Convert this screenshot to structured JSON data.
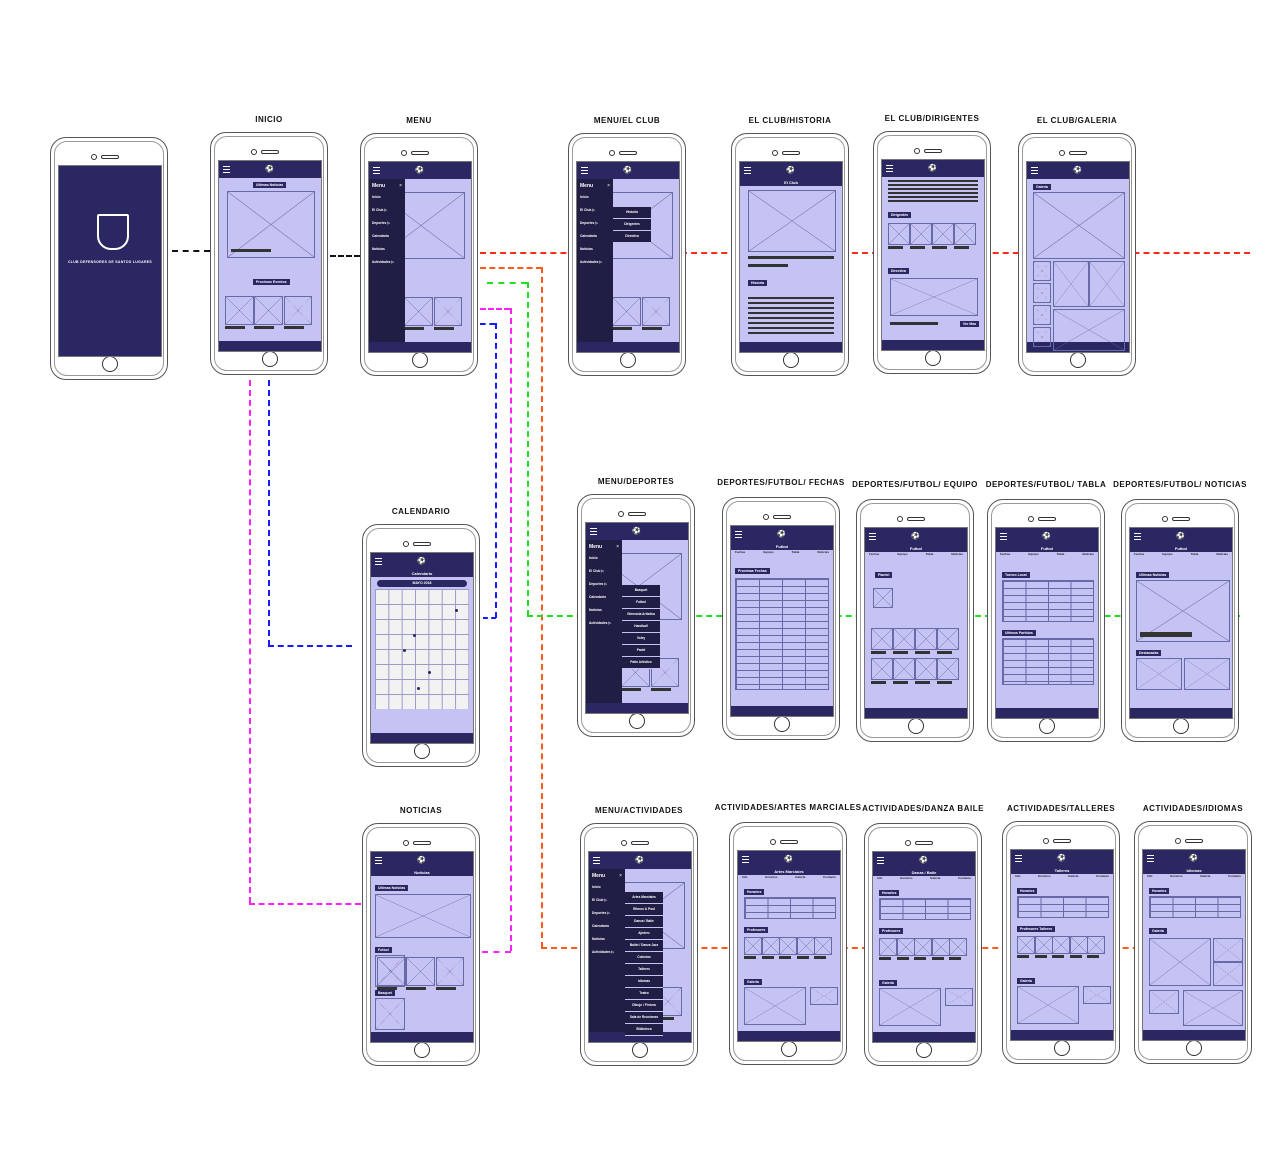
{
  "colors": {
    "navy": "#2b2763",
    "lavender": "#c5c3f3",
    "menu": "#201e45",
    "red": "#ff2a1a",
    "orange": "#ff5a1a",
    "green": "#22dd22",
    "magenta": "#ff22ff",
    "blue": "#1a1aff",
    "black": "#111111"
  },
  "splash": {
    "club_name": "CLUB DEFENSORES DE SANTOS LUGARES"
  },
  "main_menu": {
    "title": "Menu",
    "items": [
      "Inicio",
      "El Club",
      "Deportes",
      "Calendario",
      "Noticias",
      "Actividades"
    ]
  },
  "submenus": {
    "club": [
      "Historia",
      "Dirigentes",
      "Directiva"
    ],
    "deportes": [
      "Basquet",
      "Futbol",
      "Gimnasia Artistica",
      "Handball",
      "Voley",
      "Padel",
      "Patin Artistico"
    ],
    "actividades": [
      "Artes Marciales",
      "Ritmos & Pool",
      "Danza / Baile",
      "Ajedrez",
      "Ballet / Danza Jazz",
      "Colonias",
      "Talleres",
      "Idiomas",
      "Teatro",
      "Dibujo / Pintura",
      "Sala de Reuniones",
      "Biblioteca"
    ]
  },
  "phones": [
    {
      "id": "splash",
      "title": "",
      "type": "splash"
    },
    {
      "id": "inicio",
      "title": "INICIO",
      "type": "home",
      "tag1": "Ultimas Noticias",
      "tag2": "Proximos Eventos"
    },
    {
      "id": "menu",
      "title": "MENU",
      "type": "menu"
    },
    {
      "id": "menu-club",
      "title": "MENU/EL CLUB",
      "type": "menu",
      "sub": "club"
    },
    {
      "id": "historia",
      "title": "EL CLUB/HISTORIA",
      "type": "historia",
      "bar": "El Club",
      "tag1": "Historia"
    },
    {
      "id": "dirigentes",
      "title": "EL CLUB/DIRIGENTES",
      "type": "dirigentes",
      "tag1": "Dirigentes",
      "tag2": "Directiva",
      "button": "Ver Mas"
    },
    {
      "id": "galeria",
      "title": "EL CLUB/GALERIA",
      "type": "galeria",
      "tag1": "Galeria"
    },
    {
      "id": "calendario",
      "title": "CALENDARIO",
      "type": "calendar",
      "bar": "Calendario",
      "month": "MAYO 2018"
    },
    {
      "id": "menu-deportes",
      "title": "MENU/DEPORTES",
      "type": "menu",
      "sub": "deportes"
    },
    {
      "id": "fechas",
      "title": "DEPORTES/FUTBOL/ FECHAS",
      "type": "table",
      "bar": "Futbol",
      "tabs": [
        "Fechas",
        "Equipo",
        "Tabla",
        "Noticias"
      ],
      "tag1": "Proximas Fechas"
    },
    {
      "id": "equipo",
      "title": "DEPORTES/FUTBOL/ EQUIPO",
      "type": "equipo",
      "bar": "Futbol",
      "tabs": [
        "Fechas",
        "Equipo",
        "Tabla",
        "Noticias"
      ],
      "tag1": "Plantel"
    },
    {
      "id": "tabla",
      "title": "DEPORTES/FUTBOL/ TABLA",
      "type": "tabla",
      "bar": "Futbol",
      "tabs": [
        "Fechas",
        "Equipo",
        "Tabla",
        "Noticias"
      ],
      "tag1": "Torneo Local",
      "tag2": "Ultimos Partidos"
    },
    {
      "id": "dep-noticias",
      "title": "DEPORTES/FUTBOL/ NOTICIAS",
      "type": "noticias2",
      "bar": "Futbol",
      "tabs": [
        "Fechas",
        "Equipo",
        "Tabla",
        "Noticias"
      ],
      "tag1": "Ultimas Noticias",
      "tag2": "Destacadas"
    },
    {
      "id": "noticias",
      "title": "NOTICIAS",
      "type": "noticias",
      "bar": "Noticias",
      "tag1": "Ultimas Noticias",
      "tag2": "Futbol",
      "tag3": "Basquet"
    },
    {
      "id": "menu-actividades",
      "title": "MENU/ACTIVIDADES",
      "type": "menu",
      "sub": "actividades"
    },
    {
      "id": "artes",
      "title": "ACTIVIDADES/ARTES MARCIALES",
      "type": "actividad",
      "bar": "Artes Marciales",
      "tabs": [
        "Info",
        "Horarios",
        "Galeria",
        "Contacto"
      ],
      "tag1": "Horarios",
      "tag2": "Profesores",
      "tag3": "Galeria"
    },
    {
      "id": "danza",
      "title": "ACTIVIDADES/DANZA BAILE",
      "type": "actividad",
      "bar": "Danza / Baile",
      "tabs": [
        "Info",
        "Horarios",
        "Galeria",
        "Contacto"
      ],
      "tag1": "Horarios",
      "tag2": "Profesores",
      "tag3": "Galeria"
    },
    {
      "id": "talleres",
      "title": "ACTIVIDADES/TALLERES",
      "type": "actividad",
      "bar": "Talleres",
      "tabs": [
        "Info",
        "Horarios",
        "Galeria",
        "Contacto"
      ],
      "tag1": "Horarios",
      "tag2": "Profesores Talleres",
      "tag3": "Galeria"
    },
    {
      "id": "idiomas",
      "title": "ACTIVIDADES/IDIOMAS",
      "type": "idiomas",
      "bar": "Idiomas",
      "tabs": [
        "Info",
        "Horarios",
        "Galeria",
        "Contacto"
      ],
      "tag1": "Horarios",
      "tag2": "Galeria"
    }
  ]
}
